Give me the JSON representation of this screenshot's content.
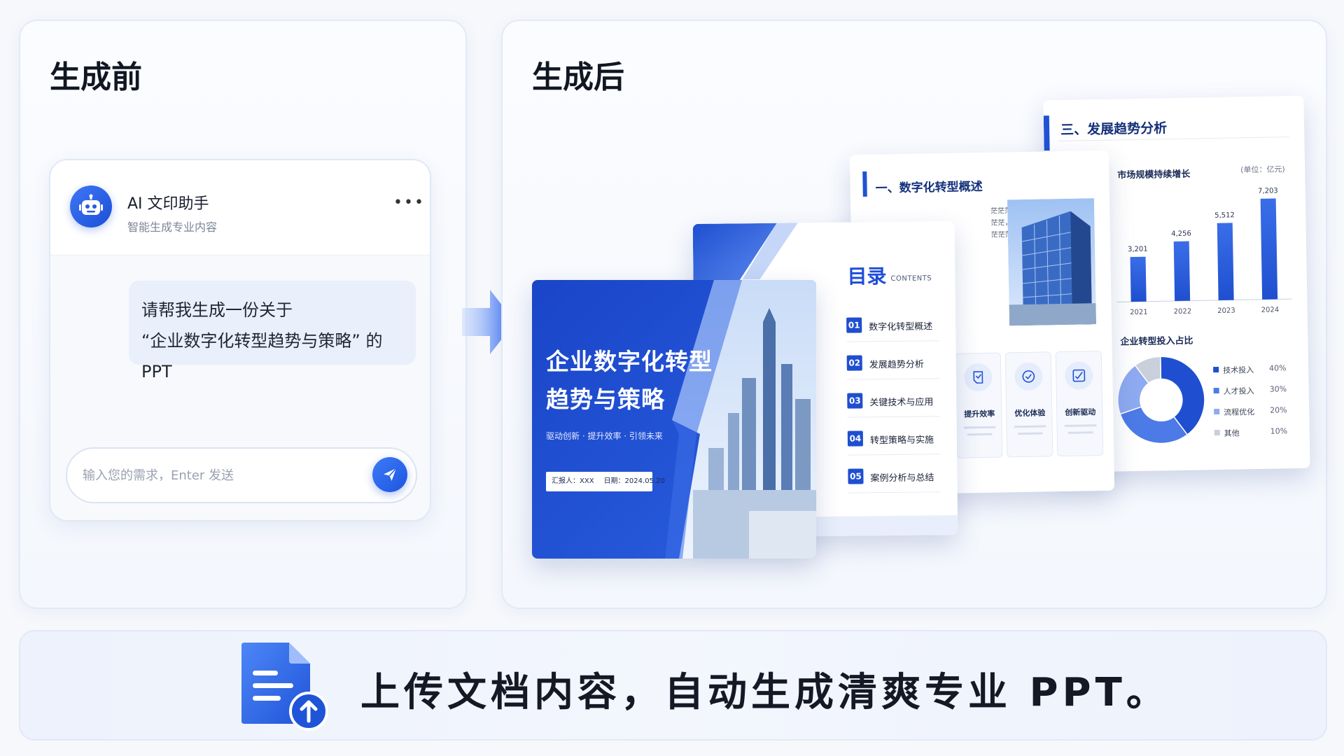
{
  "before_panel": {
    "title": "生成前"
  },
  "after_panel": {
    "title": "生成后"
  },
  "chat": {
    "assistant_name": "AI 文印助手",
    "assistant_subtitle": "智能生成专业内容",
    "more_icon": "more-horizontal-icon",
    "message_line1": "请帮我生成一份关于",
    "message_line2": "“企业数字化转型趋势与策略” 的 PPT",
    "input_placeholder": "输入您的需求，Enter 发送",
    "input_value": "",
    "send_icon": "send-icon"
  },
  "slides": {
    "cover": {
      "title_line1": "企业数字化转型",
      "title_line2": "趋势与策略",
      "tagline": "驱动创新 · 提升效率 · 引领未来",
      "reporter": "汇报人：XXX",
      "date": "日期：2024.05.20"
    },
    "toc": {
      "title": "目录",
      "subtitle": "CONTENTS",
      "items": [
        {
          "num": "01",
          "label": "数字化转型概述"
        },
        {
          "num": "02",
          "label": "发展趋势分析"
        },
        {
          "num": "03",
          "label": "关键技术与应用"
        },
        {
          "num": "04",
          "label": "转型策略与实施"
        },
        {
          "num": "05",
          "label": "案例分析与总结"
        }
      ]
    },
    "overview": {
      "title": "一、数字化转型概述",
      "text_line1": "茫茫茫茫茫茫，鑫茫茫茫茫茫",
      "text_line2": "茫茫，茫茫茫茫",
      "text_line3": "茫茫茫茫。",
      "cards": [
        {
          "name": "提升效率"
        },
        {
          "name": "优化体验"
        },
        {
          "name": "创新驱动"
        }
      ]
    },
    "stats": {
      "title": "三、发展趋势分析"
    }
  },
  "chart_data": [
    {
      "type": "bar",
      "title": "市场规模持续增长",
      "unit_label": "(单位：亿元)",
      "categories": [
        "2021",
        "2022",
        "2023",
        "2024"
      ],
      "values": [
        3201,
        4256,
        5512,
        7203
      ],
      "value_labels": [
        "3,201",
        "4,256",
        "5,512",
        "7,203"
      ],
      "ylim": [
        0,
        8000
      ],
      "grid": false
    },
    {
      "type": "pie",
      "title": "企业转型投入占比",
      "categories": [
        "技术投入",
        "人才投入",
        "流程优化",
        "其他"
      ],
      "values": [
        40,
        30,
        20,
        10
      ],
      "value_labels": [
        "40%",
        "30%",
        "20%",
        "10%"
      ],
      "colors": [
        "#1f4fd0",
        "#4c7ae6",
        "#8eaaf0",
        "#c9cfdb"
      ],
      "legend": "right"
    }
  ],
  "banner": {
    "text": "上传文档内容，自动生成清爽专业 PPT。",
    "icon": "document-upload-icon"
  },
  "colors": {
    "accent": "#1f4fd0",
    "accent_light": "#4c7ae6",
    "panel_bg": "#f6f8fc"
  }
}
